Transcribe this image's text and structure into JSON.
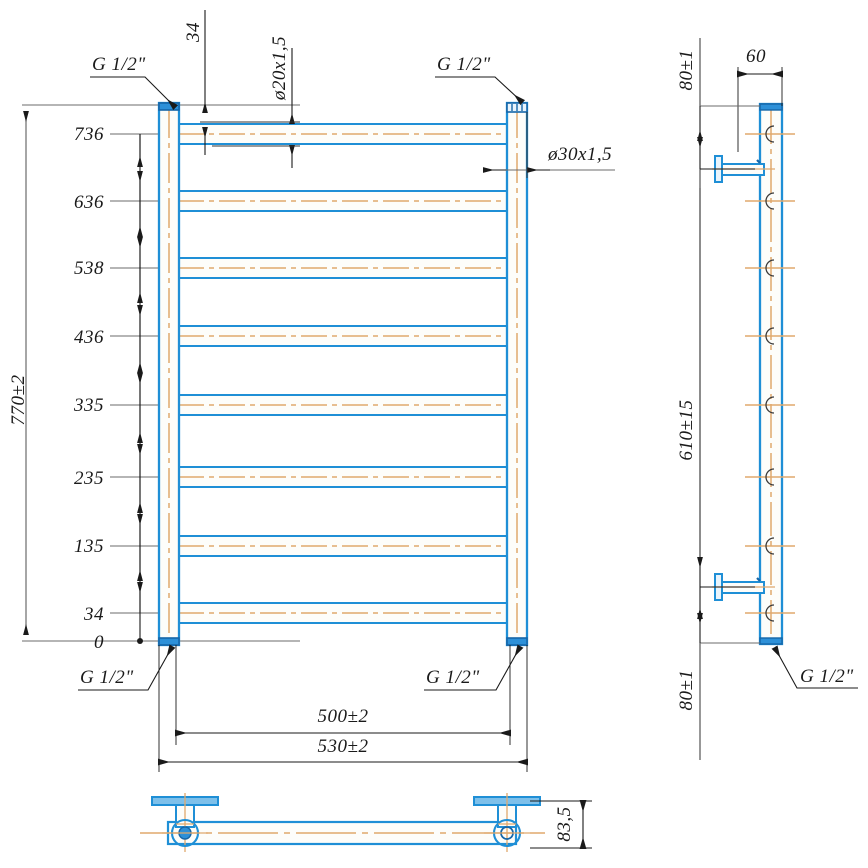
{
  "drawing": {
    "title": "Heated towel rail technical drawing",
    "views": [
      "front-elevation",
      "side-view",
      "plan-view"
    ],
    "colors": {
      "pipe_outline": "#1f8fd6",
      "pipe_outline_dark": "#1666a8",
      "centerline": "#e0a96d",
      "dimension_line": "#1a1a1a",
      "extension_line": "#555555",
      "background": "#ffffff"
    }
  },
  "front_view": {
    "vertical_stations": [
      {
        "label": "736",
        "value": 736
      },
      {
        "label": "636",
        "value": 636
      },
      {
        "label": "538",
        "value": 538
      },
      {
        "label": "436",
        "value": 436
      },
      {
        "label": "335",
        "value": 335
      },
      {
        "label": "235",
        "value": 235
      },
      {
        "label": "135",
        "value": 135
      },
      {
        "label": "34",
        "value": 34
      },
      {
        "label": "0",
        "value": 0
      }
    ],
    "overall_height": "770±2",
    "top_offset": "34",
    "rung_pipe": "ø20x1,5",
    "frame_pipe": "ø30x1,5",
    "width_inner": "500±2",
    "width_outer": "530±2",
    "thread_top_left": "G 1/2\"",
    "thread_top_right": "G 1/2\"",
    "thread_bottom_left": "G 1/2\"",
    "thread_bottom_right": "G 1/2\""
  },
  "side_view": {
    "top_bracket_offset": "80±1",
    "bracket_spacing": "610±15",
    "bottom_bracket_offset": "80±1",
    "depth": "60",
    "thread_label": "G 1/2\""
  },
  "plan_view": {
    "depth_total": "83,5"
  }
}
